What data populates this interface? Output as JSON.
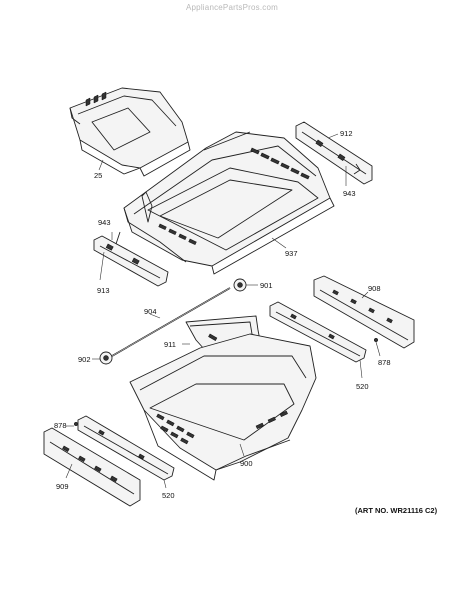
{
  "watermark": "AppliancePartsPros.com",
  "art_number": "(ART NO. WR21116 C2)",
  "callouts": {
    "p25": "25",
    "p912": "912",
    "p943a": "943",
    "p943b": "943",
    "p937": "937",
    "p913": "913",
    "p901": "901",
    "p904": "904",
    "p908": "908",
    "p911": "911",
    "p902": "902",
    "p878a": "878",
    "p520a": "520",
    "p900": "900",
    "p878b": "878",
    "p909": "909",
    "p520b": "520"
  }
}
